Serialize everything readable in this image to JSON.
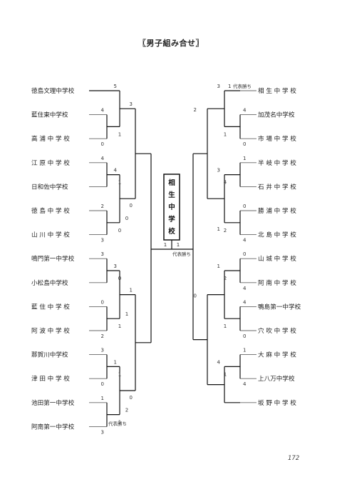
{
  "title": "〖男子組み合せ〗",
  "page_number": "172",
  "champion_chars": [
    "相",
    "生",
    "中",
    "学",
    "校"
  ],
  "center_notes": {
    "left_final": "1",
    "right_final": "1",
    "right_note": "代表勝ち"
  },
  "left_teams": [
    "徳島文理中学校",
    "藍住東中学校",
    "高 浦 中 学 校",
    "江 原 中 学 校",
    "日和佐中学校",
    "徳 島 中 学 校",
    "山 川 中 学 校",
    "鳴門第一中学校",
    "小松島中学校",
    "藍 住 中 学 校",
    "阿 波 中 学 校",
    "那賀川中学校",
    "津 田 中 学 校",
    "池田第一中学校",
    "阿南第一中学校"
  ],
  "right_teams": [
    "相 生 中 学 校",
    "加茂名中学校",
    "市 場 中 学 校",
    "半 岐 中 学 校",
    "石 井 中 学 校",
    "勝 浦 中 学 校",
    "北 島 中 学 校",
    "山 城 中 学 校",
    "阿 南 中 学 校",
    "鴨島第一中学校",
    "穴 吹 中 学 校",
    "大 麻 中 学 校",
    "上八万中学校",
    "坂 野 中 学 校"
  ],
  "left_scores": {
    "r1": [
      {
        "a": "4",
        "b": "1",
        "c": "0"
      },
      {
        "a": "4",
        "b": "1"
      },
      {
        "a": "2",
        "b": "0",
        "c": "3"
      },
      {
        "a": "3",
        "b": "0"
      },
      {
        "a": "0",
        "b": "1",
        "c": "2"
      },
      {
        "a": "3",
        "b": "1",
        "c": "0"
      },
      {
        "a": "1",
        "b": "1",
        "c": "3",
        "note": "代表勝ち"
      }
    ],
    "r2": [
      {
        "a": "5",
        "b": ""
      },
      {
        "a": "4",
        "b": "0"
      },
      {
        "a": "3",
        "b": "1"
      },
      {
        "a": "1",
        "b": "2"
      }
    ],
    "r3": [
      {
        "a": "3",
        "b": "0"
      },
      {
        "a": "1",
        "b": "0"
      }
    ]
  },
  "right_scores": {
    "r1": [
      {
        "a": "1",
        "note": "代表勝ち"
      },
      {
        "a": "4",
        "b": "1",
        "c": "0"
      },
      {
        "a": "1",
        "b": "4"
      },
      {
        "a": "0",
        "b": "2",
        "c": "4"
      },
      {
        "a": "0",
        "b": "2",
        "c": "4"
      },
      {
        "a": "4",
        "b": "1",
        "c": "0"
      },
      {
        "a": "1",
        "b": "1",
        "c": "4",
        "d": "2"
      }
    ],
    "r2": [
      {
        "a": "3",
        "b": ""
      },
      {
        "a": "3",
        "b": "1"
      },
      {
        "a": "1",
        "b": ""
      },
      {
        "a": "4",
        "b": ""
      }
    ],
    "r3": [
      {
        "a": "2",
        "b": ""
      },
      {
        "a": "0",
        "b": ""
      }
    ]
  }
}
